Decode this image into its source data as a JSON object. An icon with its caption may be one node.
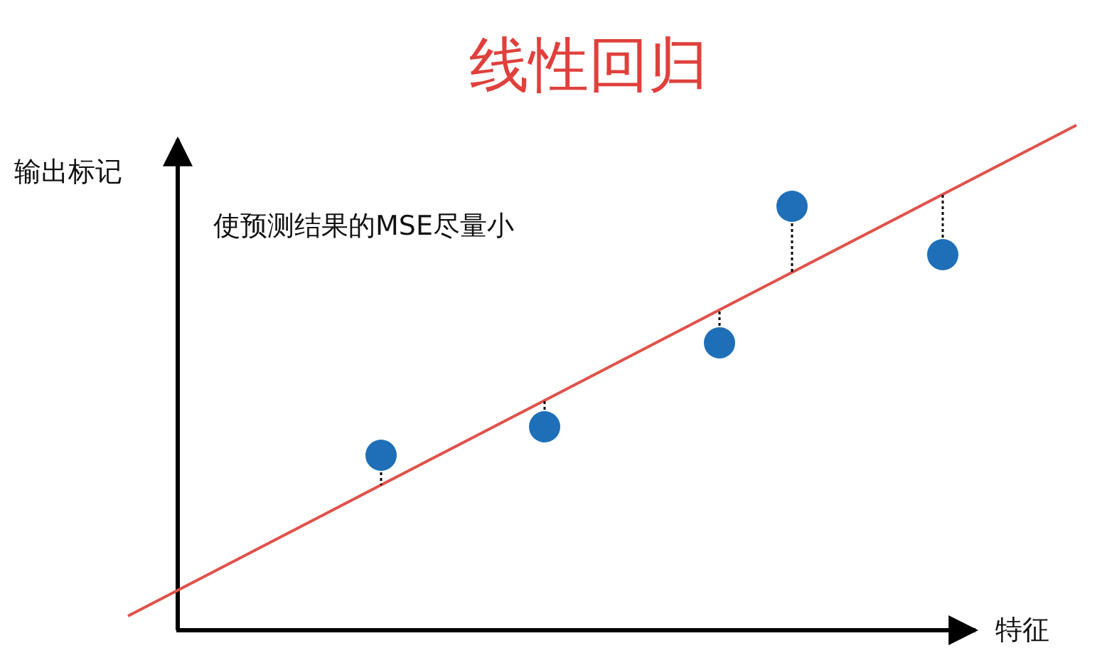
{
  "diagram": {
    "title": "线性回归",
    "labels": [
      "输出标记",
      "使预测结果的MSE尽量小",
      "特征"
    ]
  }
}
